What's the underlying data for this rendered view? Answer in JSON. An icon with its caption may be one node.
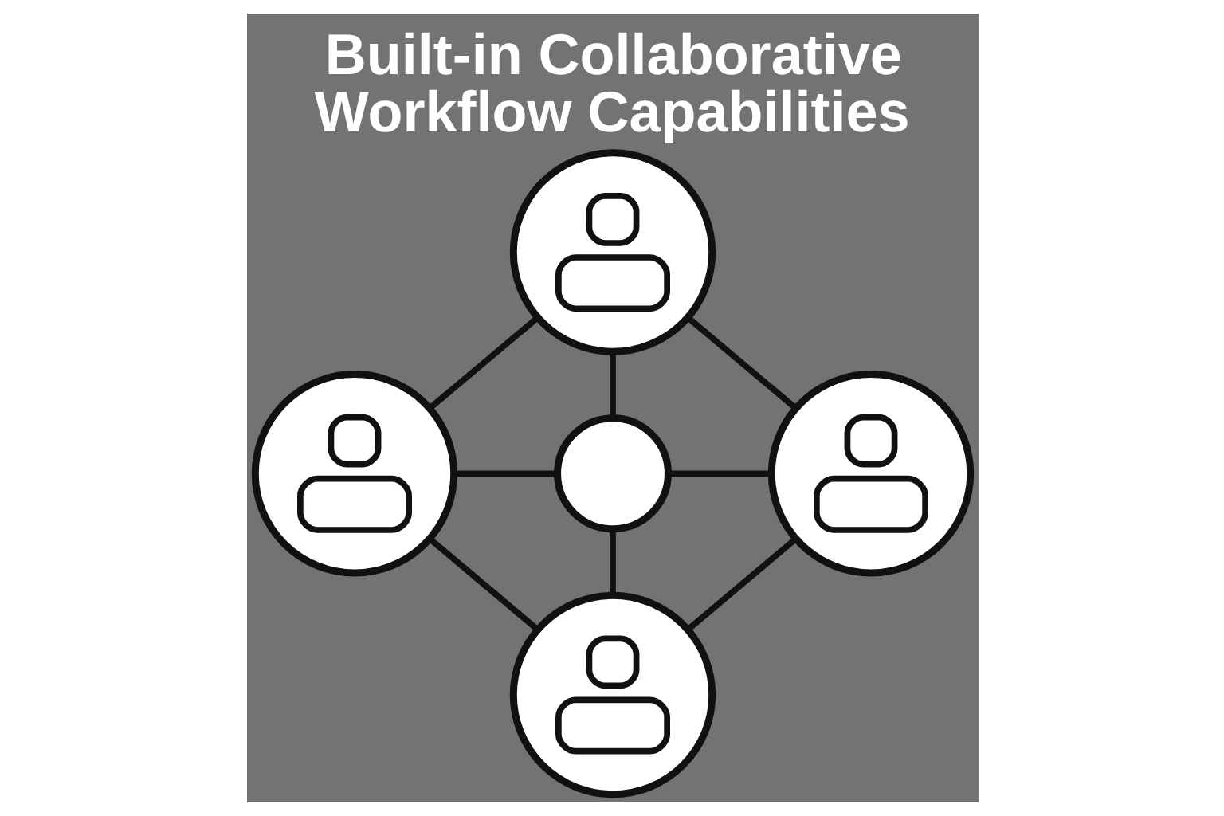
{
  "diagram": {
    "title": "Built-in Collaborative Workflow Capabilities",
    "nodes": [
      {
        "text": [],
        "shape": "person"
      },
      {
        "text": [],
        "shape": "person"
      },
      {
        "text": [],
        "shape": "circle"
      },
      {
        "text": [],
        "shape": "person"
      },
      {
        "text": [],
        "shape": "person"
      }
    ],
    "edges": [
      {
        "from": 0,
        "to": 1,
        "arrow": "none"
      },
      {
        "from": 0,
        "to": 2,
        "arrow": "none"
      },
      {
        "from": 0,
        "to": 3,
        "arrow": "none"
      },
      {
        "from": 1,
        "to": 2,
        "arrow": "none"
      },
      {
        "from": 2,
        "to": 3,
        "arrow": "none"
      },
      {
        "from": 1,
        "to": 4,
        "arrow": "none"
      },
      {
        "from": 2,
        "to": 4,
        "arrow": "none"
      },
      {
        "from": 3,
        "to": 4,
        "arrow": "none"
      }
    ]
  }
}
